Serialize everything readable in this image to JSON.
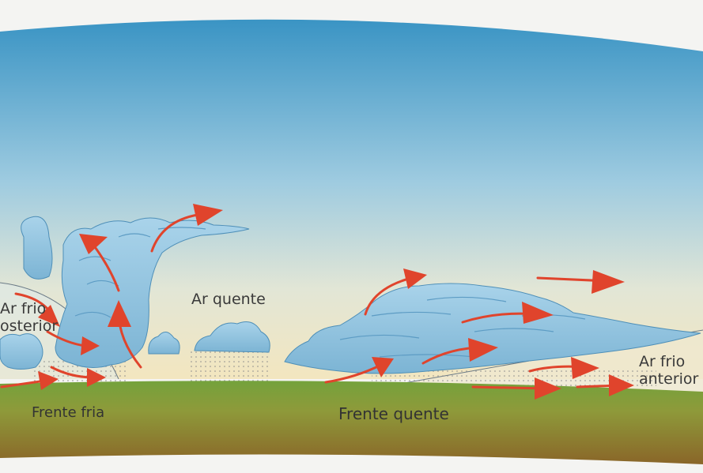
{
  "labels": {
    "cold_air_behind_line1": "Ar frio",
    "cold_air_behind_line2": "osterior",
    "warm_air": "Ar quente",
    "cold_air_ahead_line1": "Ar frio",
    "cold_air_ahead_line2": "anterior",
    "cold_front": "Frente fria",
    "warm_front": "Frente quente"
  },
  "colors": {
    "sky_top": "#3a94c4",
    "sky_bottom": "#f1e6c4",
    "cloud": "#8cc3df",
    "cloud_edge": "#4e8fb8",
    "ground_grass": "#6d9a3a",
    "ground_soil": "#8a6a2c",
    "arrow": "#e0442c",
    "label": "#3a3a3a"
  }
}
